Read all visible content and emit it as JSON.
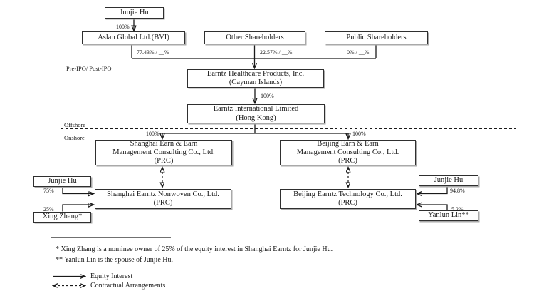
{
  "zones": {
    "pre_post_ipo_line1": "Pre-IPO/",
    "pre_post_ipo_line2": "Post-IPO",
    "offshore": "Offshore",
    "onshore": "Onshore"
  },
  "nodes": {
    "junjie_hu_top": {
      "label": "Junjie Hu"
    },
    "aslan_global": {
      "label": "Aslan Global Ltd.(BVI)"
    },
    "other_shareholders": {
      "label": "Other Shareholders"
    },
    "public_shareholders": {
      "label": "Public Shareholders"
    },
    "earntz_healthcare": {
      "lines": [
        "Earntz Healthcare Products, Inc.",
        "(Cayman Islands)"
      ]
    },
    "earntz_international": {
      "lines": [
        "Earntz International Limited",
        "(Hong Kong)"
      ]
    },
    "shanghai_consulting": {
      "lines": [
        "Shanghai Earn & Earn",
        "Management Consulting Co., Ltd.",
        "(PRC)"
      ]
    },
    "beijing_consulting": {
      "lines": [
        "Beijing Earn & Earn",
        "Management Consulting Co., Ltd.",
        "(PRC)"
      ]
    },
    "shanghai_nonwoven": {
      "lines": [
        "Shanghai Earntz Nonwoven Co., Ltd.",
        "(PRC)"
      ]
    },
    "beijing_technology": {
      "lines": [
        "Beijing Earntz Technology Co., Ltd.",
        "(PRC)"
      ]
    },
    "junjie_hu_left": {
      "label": "Junjie Hu"
    },
    "xing_zhang": {
      "label": "Xing Zhang*"
    },
    "junjie_hu_right": {
      "label": "Junjie Hu"
    },
    "yanlun_lin": {
      "label": "Yanlun Lin**"
    }
  },
  "edge_labels": {
    "junjie_to_aslan": "100%",
    "aslan_ratio": "77.43% / __%",
    "other_ratio": "22.57% / __%",
    "public_ratio": "0% / __%",
    "cayman_to_hk": "100%",
    "hk_to_shanghai": "100%",
    "hk_to_beijing": "100%",
    "junjie_left_pct": "75%",
    "xing_zhang_pct": "25%",
    "junjie_right_pct": "94.8%",
    "yanlun_pct": "5.2%"
  },
  "footnotes": {
    "note1": "* Xing Zhang is a nominee owner of 25% of the equity interest in Shanghai Earntz for Junjie Hu.",
    "note2": "** Yanlun Lin is the spouse of Junjie Hu."
  },
  "legend": {
    "equity": "Equity Interest",
    "contractual": "Contractual Arrangements"
  },
  "colors": {
    "background": "#ffffff",
    "line": "#1a1a1a",
    "box_border": "#2f2f2f",
    "box_shadow": "#a9a9a9",
    "divider_dashed": "#666666",
    "text": "#1a1a1a"
  }
}
